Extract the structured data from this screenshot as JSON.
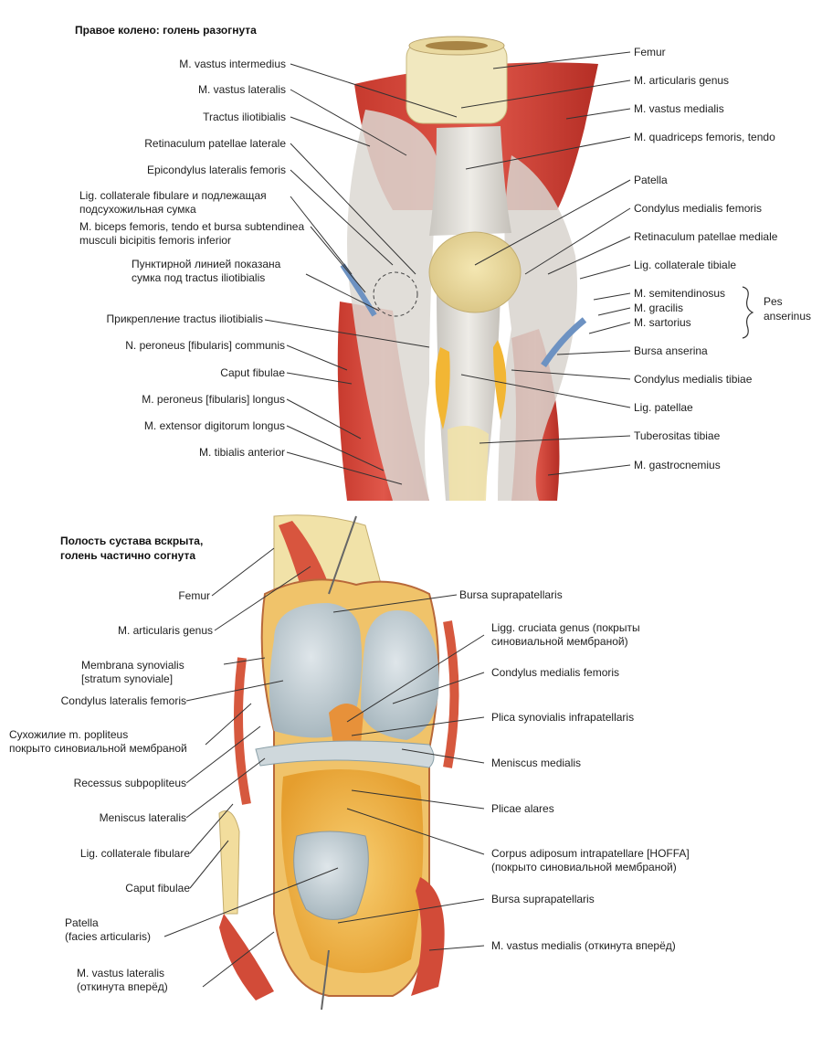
{
  "top": {
    "title": "Правое колено: голень разогнута",
    "left_labels": [
      "M. vastus intermedius",
      "M. vastus lateralis",
      "Tractus iliotibialis",
      "Retinaculum patellae laterale",
      "Epicondylus lateralis femoris",
      "Lig. collaterale fibulare и подлежащая",
      "подсухожильная сумка",
      "M. biceps femoris, tendo et bursa subtendinea",
      "musculi bicipitis femoris inferior",
      "Пунктирной линией показана",
      "сумка под tractus iliotibialis",
      "Прикрепление tractus iliotibialis",
      "N. peroneus [fibularis] communis",
      "Caput fibulae",
      "M. peroneus [fibularis] longus",
      "M. extensor digitorum longus",
      "M. tibialis anterior"
    ],
    "right_labels": [
      "Femur",
      "M. articularis genus",
      "M. vastus medialis",
      "M. quadriceps femoris, tendo",
      "Patella",
      "Condylus medialis femoris",
      "Retinaculum patellae mediale",
      "Lig. collaterale tibiale",
      "M. semitendinosus",
      "M. gracilis",
      "M. sartorius",
      "Bursa anserina",
      "Condylus medialis tibiae",
      "Lig. patellae",
      "Tuberositas tibiae",
      "M. gastrocnemius"
    ],
    "pes_label_1": "Pes",
    "pes_label_2": "anserinus"
  },
  "bottom": {
    "title_1": "Полость сустава вскрыта,",
    "title_2": "голень частично согнута",
    "left_labels": [
      "Femur",
      "M. articularis genus",
      "Membrana synovialis",
      "[stratum synoviale]",
      "Condylus lateralis femoris",
      "Сухожилие m. popliteus",
      "покрыто синовиальной мембраной",
      "Recessus subpopliteus",
      "Meniscus lateralis",
      "Lig. collaterale fibulare",
      "Caput fibulae",
      "Patella",
      "(facies articularis)",
      "M. vastus lateralis",
      "(откинута вперёд)"
    ],
    "right_labels": [
      "Bursa suprapatellaris",
      "Ligg. cruciata genus (покрыты",
      "синовиальной мембраной)",
      "Condylus medialis femoris",
      "Plica synovialis infrapatellaris",
      "Meniscus medialis",
      "Plicae alares",
      "Corpus adiposum intrapatellare [HOFFA]",
      "(покрыто синовиальной мембраной)",
      "Bursa suprapatellaris",
      "M. vastus medialis (откинута вперёд)"
    ]
  }
}
